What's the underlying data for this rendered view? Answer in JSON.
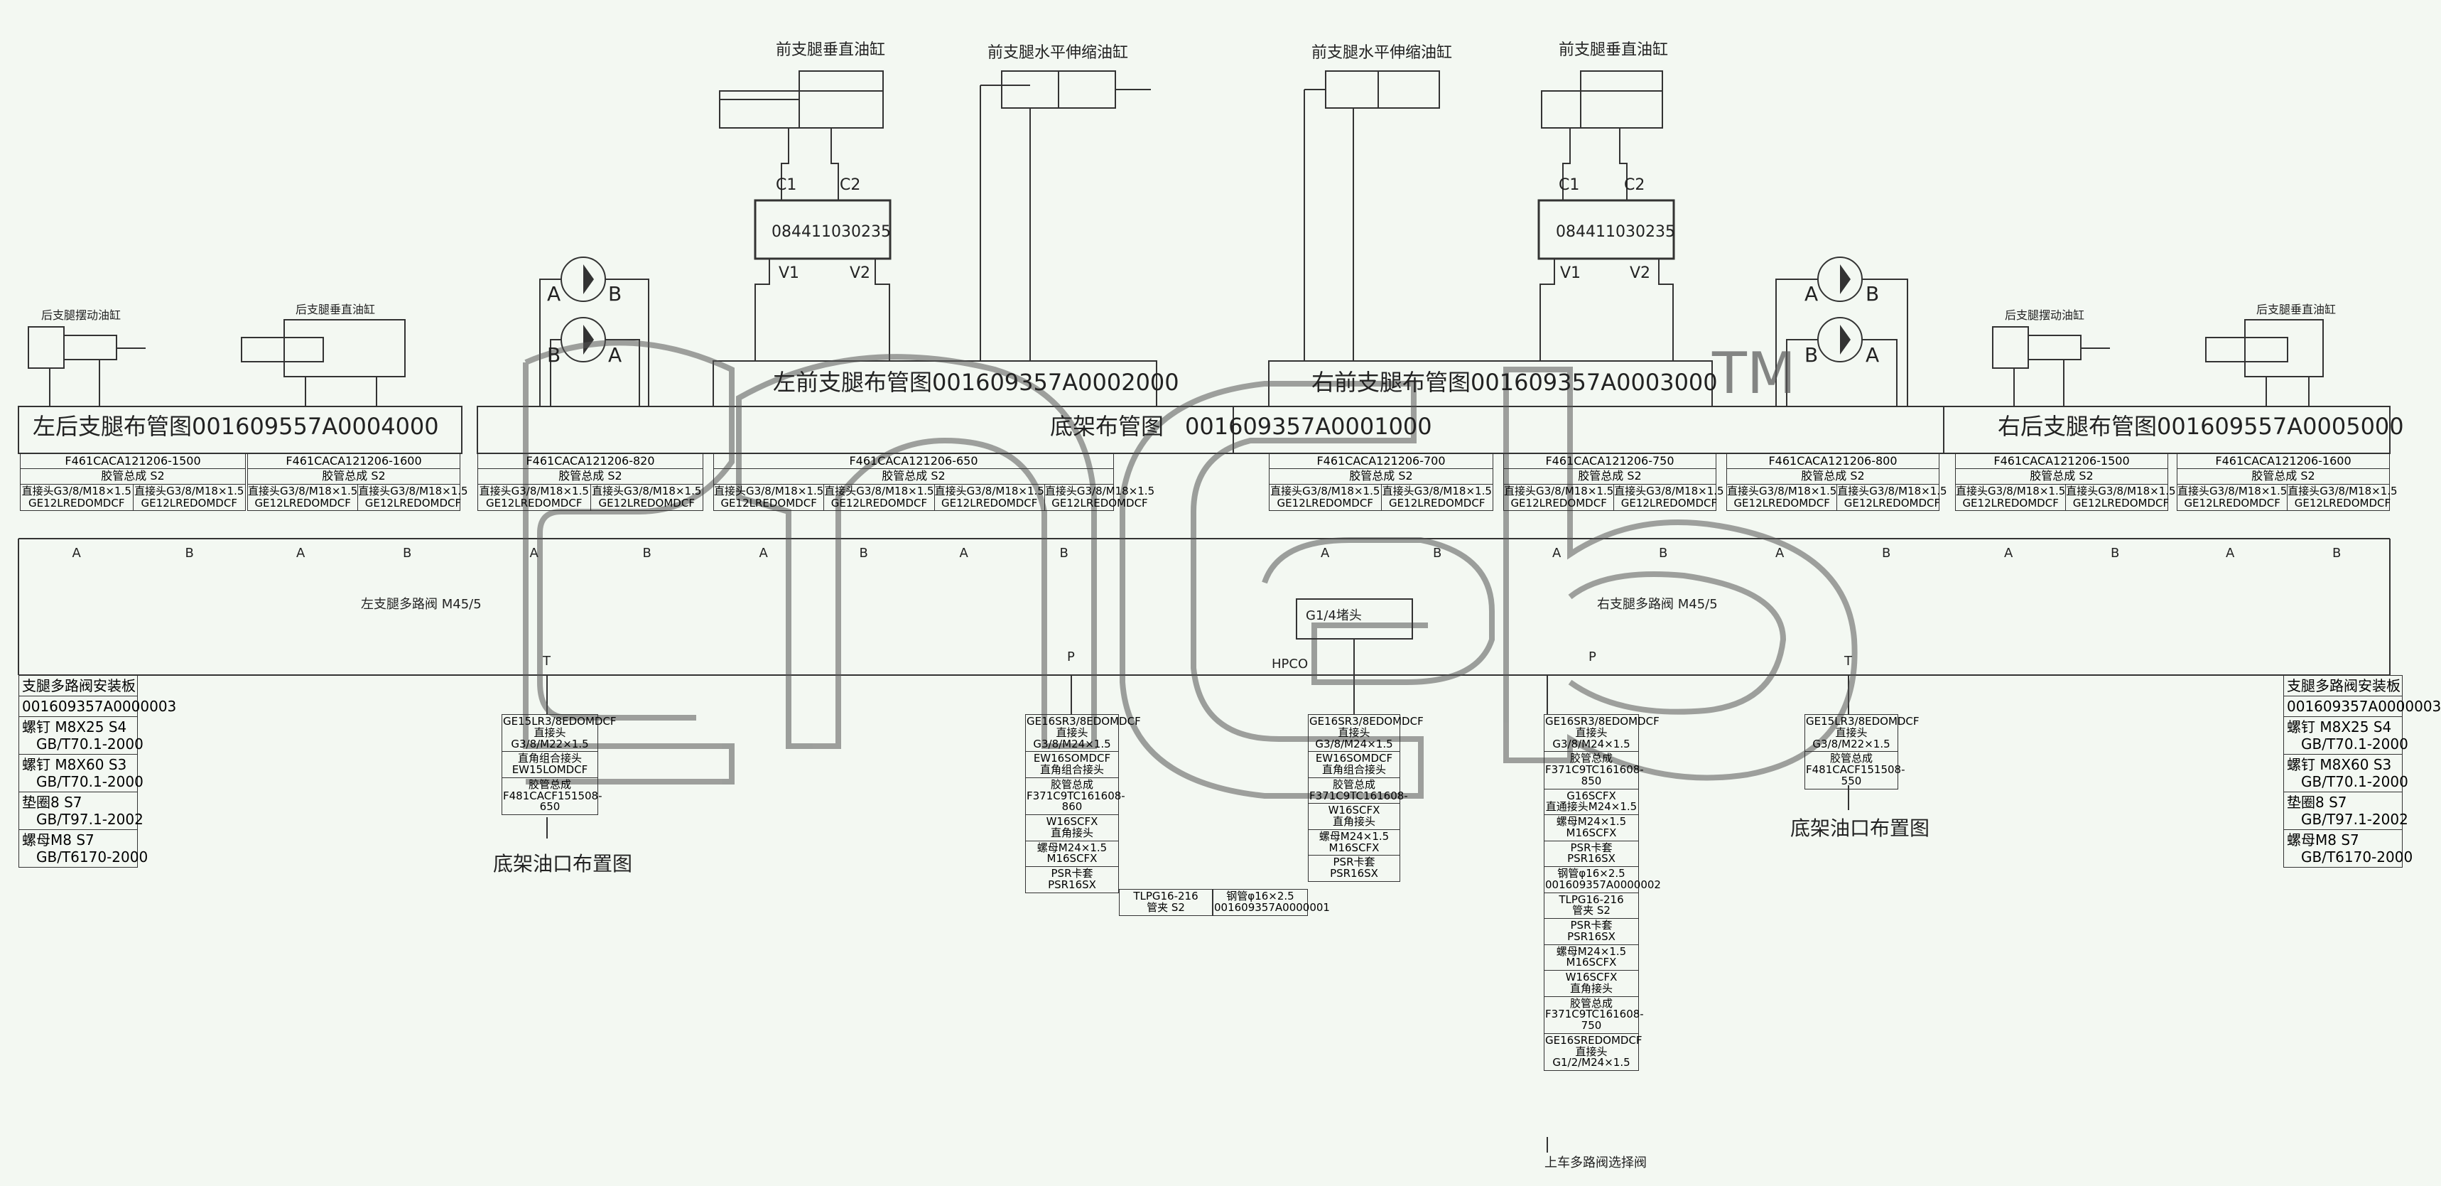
{
  "cylinders": {
    "front_vertical_left": "前支腿垂直油缸",
    "front_horizontal_left": "前支腿水平伸缩油缸",
    "front_horizontal_right": "前支腿水平伸缩油缸",
    "front_vertical_right": "前支腿垂直油缸",
    "rear_swing_left": "后支腿摆动油缸",
    "rear_vertical_left": "后支腿垂直油缸",
    "rear_swing_right": "后支腿摆动油缸",
    "rear_vertical_right": "后支腿垂直油缸"
  },
  "valves": {
    "left": {
      "code": "084411030235",
      "c1": "C1",
      "c2": "C2",
      "v1": "V1",
      "v2": "V2"
    },
    "right": {
      "code": "084411030235",
      "c1": "C1",
      "c2": "C2",
      "v1": "V1",
      "v2": "V2"
    }
  },
  "motor_ports": {
    "a": "A",
    "b": "B"
  },
  "layouts": {
    "left_rear": "左后支腿布管图001609557A0004000",
    "left_front": "左前支腿布管图001609357A0002000",
    "chassis": "底架布管图",
    "chassis_code": "001609357A0001000",
    "right_front": "右前支腿布管图001609357A0003000",
    "right_rear": "右后支腿布管图001609557A0005000"
  },
  "hoses": [
    {
      "code": "F461CACA121206-1500",
      "sub": "胶管总成  S2"
    },
    {
      "code": "F461CACA121206-1600",
      "sub": "胶管总成  S2"
    },
    {
      "code": "F461CACA121206-820",
      "sub": "胶管总成  S2"
    },
    {
      "code": "F461CACA121206-650",
      "sub": "胶管总成  S2"
    },
    {
      "code": "F461CACA121206-700",
      "sub": "胶管总成  S2"
    },
    {
      "code": "F461CACA121206-750",
      "sub": "胶管总成  S2"
    },
    {
      "code": "F461CACA121206-800",
      "sub": "胶管总成  S2"
    },
    {
      "code": "F461CACA121206-1500",
      "sub": "胶管总成  S2"
    },
    {
      "code": "F461CACA121206-1600",
      "sub": "胶管总成  S2"
    }
  ],
  "fitting": {
    "line1": "直接头G3/8/M18×1.5",
    "line2": "GE12LREDOMDCF"
  },
  "port_a": "A",
  "port_b": "B",
  "manifold": {
    "left_label": "左支腿多路阀 M45/5",
    "right_label": "右支腿多路阀 M45/5",
    "port_t": "T",
    "port_p": "P",
    "hpco": "HPCO",
    "g14": "G1/4堵头"
  },
  "side_table": {
    "title": "支腿多路阀安装板",
    "code": "001609357A0000003",
    "rows": [
      [
        "螺钉  M8X25  S4",
        "GB/T70.1-2000"
      ],
      [
        "螺钉  M8X60  S3",
        "GB/T70.1-2000"
      ],
      [
        "垫圈8   S7",
        "GB/T97.1-2002"
      ],
      [
        "螺母M8    S7",
        "GB/T6170-2000"
      ]
    ]
  },
  "stacks": {
    "t_left": [
      "GE15LR3/8EDOMDCF",
      "直接头G3/8/M22×1.5",
      "直角组合接头",
      "EW15LOMDCF",
      "胶管总成",
      "F481CACF151508-650"
    ],
    "p_left": [
      "GE16SR3/8EDOMDCF",
      "直接头G3/8/M24×1.5",
      "EW16SOMDCF",
      "直角组合接头",
      "胶管总成",
      "F371C9TC161608-860",
      "W16SCFX",
      "直角接头",
      "螺母M24×1.5",
      "M16SCFX",
      "PSR卡套",
      "PSR16SX"
    ],
    "pipe_a": [
      "TLPG16-216",
      "管夹  S2"
    ],
    "pipe_b": [
      "钢管φ16×2.5",
      "001609357A0000001"
    ],
    "hpco": [
      "GE16SR3/8EDOMDCF",
      "直接头G3/8/M24×1.5",
      "EW16SOMDCF",
      "直角组合接头",
      "胶管总成",
      "F371C9TC161608-",
      "W16SCFX",
      "直角接头",
      "螺母M24×1.5",
      "M16SCFX",
      "PSR卡套",
      "PSR16SX"
    ],
    "p_right": [
      "GE16SR3/8EDOMDCF",
      "直接头G3/8/M24×1.5",
      "胶管总成",
      "F371C9TC161608-850",
      "G16SCFX",
      "直通接头M24×1.5",
      "螺母M24×1.5",
      "M16SCFX",
      "PSR卡套",
      "PSR16SX",
      "钢管φ16×2.5",
      "001609357A0000002",
      "TLPG16-216",
      "管夹  S2",
      "PSR卡套",
      "PSR16SX",
      "螺母M24×1.5",
      "M16SCFX",
      "W16SCFX",
      "直角接头",
      "胶管总成",
      "F371C9TC161608-750",
      "GE16SREDOMDCF",
      "直接头G1/2/M24×1.5"
    ],
    "t_right": [
      "GE15LR3/8EDOMDCF",
      "直接头G3/8/M22×1.5",
      "胶管总成",
      "F481CACF151508-550"
    ]
  },
  "chassis_port_caption": "底架油口布置图",
  "upper_valve_caption": "上车多路阀选择阀",
  "trademark": "TM"
}
